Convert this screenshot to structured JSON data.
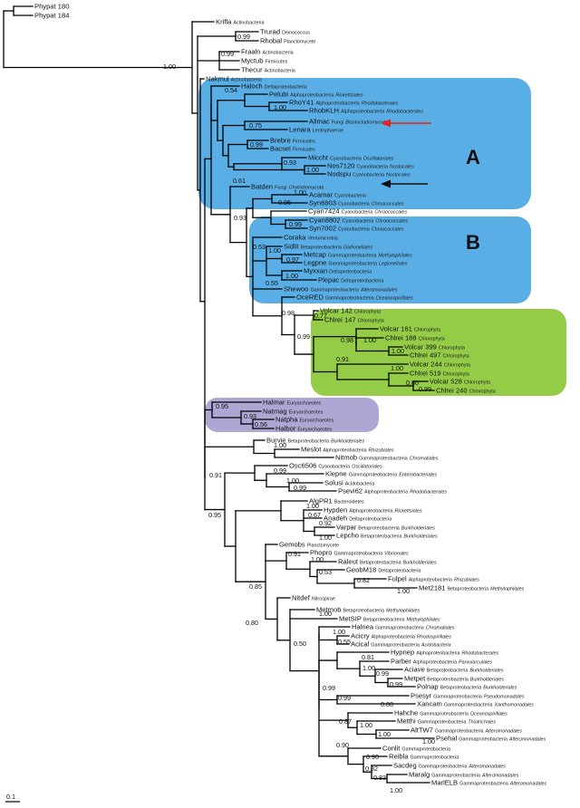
{
  "colors": {
    "clade_a_b": "#5aaee6",
    "chloro": "#94cc47",
    "archaea": "#ada7d3",
    "arrow_red": "#e0261b",
    "arrow_black": "#111111"
  },
  "clade_labels": {
    "a": "A",
    "b": "B"
  },
  "scale_bar": "0.1",
  "leaves": [
    {
      "id": "phypat180",
      "name": "Phypat 180",
      "taxon": "",
      "order": ""
    },
    {
      "id": "phypat184",
      "name": "Phypat 184",
      "taxon": "",
      "order": ""
    },
    {
      "id": "krifla",
      "name": "Krifla",
      "taxon": "Actinobacteria",
      "order": ""
    },
    {
      "id": "trurad",
      "name": "Trurad",
      "taxon": "Deinococcus",
      "order": ""
    },
    {
      "id": "rhobal",
      "name": "Rhobal",
      "taxon": "Planctomycete",
      "order": ""
    },
    {
      "id": "fraaln",
      "name": "Fraaln",
      "taxon": "Actinobacteria",
      "order": ""
    },
    {
      "id": "myctub",
      "name": "Myctub",
      "taxon": "Firmicutes",
      "order": ""
    },
    {
      "id": "thecur",
      "name": "Thecur",
      "taxon": "Actinobacteria",
      "order": ""
    },
    {
      "id": "nakmul",
      "name": "Nakmul",
      "taxon": "Actinobacteria",
      "order": ""
    },
    {
      "id": "haloch",
      "name": "Haloch",
      "taxon": "Deltaproteobacteria",
      "order": ""
    },
    {
      "id": "pelubi",
      "name": "Pelubi",
      "taxon": "Alphaproteobacteria",
      "order": "Rickettsiales"
    },
    {
      "id": "rhoy41",
      "name": "RhoY41",
      "taxon": "Alphaproteobacteria",
      "order": "Rhodobacterales"
    },
    {
      "id": "rhobklh",
      "name": "RhobKLH",
      "taxon": "Alphaproteobacteria",
      "order": "Rhodobacterales"
    },
    {
      "id": "allmac",
      "name": "Allmac",
      "taxon": "Fungi",
      "order": "Blastocladiomycota"
    },
    {
      "id": "lenara",
      "name": "Lenara",
      "taxon": "Lentisphaerae",
      "order": ""
    },
    {
      "id": "brebre",
      "name": "Brebre",
      "taxon": "Firmicutes",
      "order": ""
    },
    {
      "id": "bacsel",
      "name": "Bacsel",
      "taxon": "Firmicutes",
      "order": ""
    },
    {
      "id": "miccht",
      "name": "Miccht",
      "taxon": "Cyanobacteria",
      "order": "Oscillatoriales"
    },
    {
      "id": "nos7120",
      "name": "Nos7120",
      "taxon": "Cyanobacteria",
      "order": "Nostocales"
    },
    {
      "id": "nodspu",
      "name": "Nodspu",
      "taxon": "Cyanobacteria",
      "order": "Nostocales"
    },
    {
      "id": "batden",
      "name": "Batden",
      "taxon": "Fungi",
      "order": "Chytridiomycota"
    },
    {
      "id": "acamar",
      "name": "Acamar",
      "taxon": "Cyanobacteria",
      "order": ""
    },
    {
      "id": "syn6803",
      "name": "Syn6803",
      "taxon": "Cyanobacteria",
      "order": "Chroococcales"
    },
    {
      "id": "cyan7424",
      "name": "Cyan7424",
      "taxon": "Cyanobacteria",
      "order": "Chroococcales"
    },
    {
      "id": "cyan8802",
      "name": "Cyan8802",
      "taxon": "Cyanobacteria",
      "order": "Chroococcales"
    },
    {
      "id": "syn7002",
      "name": "Syn7002",
      "taxon": "Cyanobacteria",
      "order": "Chroococcales"
    },
    {
      "id": "coraka",
      "name": "Coraka",
      "taxon": "Verrumicrobia",
      "order": ""
    },
    {
      "id": "sidlit",
      "name": "Sidlit",
      "taxon": "Betaproteobacteria",
      "order": "Gallionellales"
    },
    {
      "id": "metcap",
      "name": "Metcap",
      "taxon": "Gammaproteobacteria",
      "order": "Methylophilales"
    },
    {
      "id": "legpne",
      "name": "Legpne",
      "taxon": "Gammaproteobacteria",
      "order": "Legionellales"
    },
    {
      "id": "myxxan",
      "name": "Myxxan",
      "taxon": "Deltaproteobacteria",
      "order": ""
    },
    {
      "id": "plepac",
      "name": "Plepac",
      "taxon": "Deltaproteobacteria",
      "order": ""
    },
    {
      "id": "shewoo",
      "name": "Shewoo",
      "taxon": "Gammaproteobacteria",
      "order": "Alteromonadales"
    },
    {
      "id": "ocered",
      "name": "OceRED",
      "taxon": "Gammaproteobacteria",
      "order": "Oceanospirillales"
    },
    {
      "id": "volcar142",
      "name": "Volcar 142",
      "taxon": "Chlorophyta",
      "order": ""
    },
    {
      "id": "chlrei147",
      "name": "Chlrei 147",
      "taxon": "Chlorophyta",
      "order": ""
    },
    {
      "id": "volcar161",
      "name": "Volcar 161",
      "taxon": "Chlorophyta",
      "order": ""
    },
    {
      "id": "chlrei188",
      "name": "Chlrei 188",
      "taxon": "Chlorophyta",
      "order": ""
    },
    {
      "id": "volcar399",
      "name": "Volcar 399",
      "taxon": "Chlorophyta",
      "order": ""
    },
    {
      "id": "chlrei497",
      "name": "Chlrei 497",
      "taxon": "Chlorophyta",
      "order": ""
    },
    {
      "id": "volcar244",
      "name": "Volcar 244",
      "taxon": "Chlorophyta",
      "order": ""
    },
    {
      "id": "chlrei519",
      "name": "Chlrei 519",
      "taxon": "Chlorophyta",
      "order": ""
    },
    {
      "id": "volcar528",
      "name": "Volcar 528",
      "taxon": "Chlorophyta",
      "order": ""
    },
    {
      "id": "chlrei240",
      "name": "Chlrei 240",
      "taxon": "Chlorophyta",
      "order": ""
    },
    {
      "id": "halmar",
      "name": "Halmar",
      "taxon": "Euryarchaeotes",
      "order": ""
    },
    {
      "id": "natmag",
      "name": "Natmag",
      "taxon": "Euryarchaeotes",
      "order": ""
    },
    {
      "id": "natpha",
      "name": "Natpha",
      "taxon": "Euryarchaeotes",
      "order": ""
    },
    {
      "id": "halbor",
      "name": "Halbor",
      "taxon": "Euryarchaeotes",
      "order": ""
    },
    {
      "id": "burvie",
      "name": "Burvie",
      "taxon": "Betaproteobacteria",
      "order": "Burkholderiales"
    },
    {
      "id": "meslot",
      "name": "Meslot",
      "taxon": "Alphaproteobacteria",
      "order": "Rhizobiales"
    },
    {
      "id": "nitmob",
      "name": "Nitmob",
      "taxon": "Gammaproteobacteria",
      "order": "Chromatiales"
    },
    {
      "id": "osc6506",
      "name": "Osc6506",
      "taxon": "Cyanobacteria",
      "order": "Oscillatoriales"
    },
    {
      "id": "klepne",
      "name": "Klepne",
      "taxon": "Gammaproteobacteria",
      "order": "Enterobacteriales"
    },
    {
      "id": "solusi",
      "name": "Solusi",
      "taxon": "Acidobacteria",
      "order": ""
    },
    {
      "id": "psevi62",
      "name": "Psevi62",
      "taxon": "Alphaproteobacteria",
      "order": "Rhodobacterales"
    },
    {
      "id": "algpr1",
      "name": "AlgPR1",
      "taxon": "Bacteroidetes",
      "order": ""
    },
    {
      "id": "hypden",
      "name": "Hypden",
      "taxon": "Alphaproteobacteria",
      "order": "Rickettsiales"
    },
    {
      "id": "anadeh",
      "name": "Anadeh",
      "taxon": "Deltaproteobacteria",
      "order": ""
    },
    {
      "id": "varpar",
      "name": "Varpar",
      "taxon": "Betaproteobacteria",
      "order": "Burkholderiales"
    },
    {
      "id": "lepcho",
      "name": "Lepcho",
      "taxon": "Betaproteobacteria",
      "order": "Burkholderiales"
    },
    {
      "id": "gemobs",
      "name": "Gemobs",
      "taxon": "Planctomycete",
      "order": ""
    },
    {
      "id": "phopro",
      "name": "Phopro",
      "taxon": "Gammaproteobacteria",
      "order": "Vibrionales"
    },
    {
      "id": "raleut",
      "name": "Raleut",
      "taxon": "Betaproteobacteria",
      "order": "Burkholderiales"
    },
    {
      "id": "geobm18",
      "name": "GeobM18",
      "taxon": "Deltaproteobacteria",
      "order": ""
    },
    {
      "id": "fulpel",
      "name": "Fulpel",
      "taxon": "Alphaproteobacteria",
      "order": "Rhizobiales"
    },
    {
      "id": "met2181",
      "name": "Met2181",
      "taxon": "Betaproteobacteria",
      "order": "Methylophilales"
    },
    {
      "id": "nitdef",
      "name": "Nitdef",
      "taxon": "Nitrospirae",
      "order": ""
    },
    {
      "id": "metmob",
      "name": "Metmob",
      "taxon": "Betaproteobacteria",
      "order": "Methylophilales"
    },
    {
      "id": "metsip",
      "name": "MetSIP",
      "taxon": "Betaproteobacteria",
      "order": "Methylophilales"
    },
    {
      "id": "halnea",
      "name": "Halnea",
      "taxon": "Gammaproteobacteria",
      "order": "Chromatiales"
    },
    {
      "id": "acicry",
      "name": "Acicry",
      "taxon": "Alphaproteobacteria",
      "order": "Rhodospirillales"
    },
    {
      "id": "acical",
      "name": "Acical",
      "taxon": "Gammaproteobacteria",
      "order": "Acidobacteria"
    },
    {
      "id": "hypnep",
      "name": "Hypnep",
      "taxon": "Alphaproteobacteria",
      "order": "Rhodobacterales"
    },
    {
      "id": "parber",
      "name": "Parber",
      "taxon": "Alphaproteobacteria",
      "order": "Parvularculales"
    },
    {
      "id": "aciave",
      "name": "Aciave",
      "taxon": "Betaproteobacteria",
      "order": "Burkholderiales"
    },
    {
      "id": "metpet",
      "name": "Metpet",
      "taxon": "Betaproteobacteria",
      "order": "Burkholderiales"
    },
    {
      "id": "polnap",
      "name": "Polnap",
      "taxon": "Betaproteobacteria",
      "order": "Burkholderiales"
    },
    {
      "id": "psesyr",
      "name": "Psesyr",
      "taxon": "Gammaproteobacteria",
      "order": "Pseudomonadales"
    },
    {
      "id": "xancam",
      "name": "Xancam",
      "taxon": "Gammaproteobacteria",
      "order": "Xanthomonadales"
    },
    {
      "id": "hahche",
      "name": "Hahche",
      "taxon": "Gammaproteobacteria",
      "order": "Oceanospirillales"
    },
    {
      "id": "metthi",
      "name": "Metthi",
      "taxon": "Gammaproteobacteria",
      "order": "Thiotrichales"
    },
    {
      "id": "alltw7",
      "name": "AltTW7",
      "taxon": "Gammaproteobacteria",
      "order": "Alteromonadales"
    },
    {
      "id": "psehal",
      "name": "Psehal",
      "taxon": "Gammaproteobacteria",
      "order": "Alteromonadales"
    },
    {
      "id": "conlit",
      "name": "Conlit",
      "taxon": "Gammaproteobacteria",
      "order": ""
    },
    {
      "id": "reibla",
      "name": "Reibla",
      "taxon": "Gammaproteobacteria",
      "order": ""
    },
    {
      "id": "sacdeg",
      "name": "Sacdeg",
      "taxon": "Gammaproteobacteria",
      "order": "Alteromonadales"
    },
    {
      "id": "maralg",
      "name": "Maralg",
      "taxon": "Gammaproteobacteria",
      "order": "Alteromonadales"
    },
    {
      "id": "marielb",
      "name": "MarlELB",
      "taxon": "Gammaproteobacteria",
      "order": "Alteromonadales"
    }
  ],
  "supports": [
    {
      "id": "s_root",
      "value": "1.00"
    },
    {
      "id": "s_trurad",
      "value": "0.99"
    },
    {
      "id": "s_myctub",
      "value": "0.99"
    },
    {
      "id": "s_pelubi",
      "value": "0.54"
    },
    {
      "id": "s_rhobklh",
      "value": "1.00"
    },
    {
      "id": "s_allmac",
      "value": "0.75"
    },
    {
      "id": "s_brebre",
      "value": "0.99"
    },
    {
      "id": "s_miccht",
      "value": "0.93"
    },
    {
      "id": "s_nos",
      "value": "1.00"
    },
    {
      "id": "s_batden",
      "value": "0.61"
    },
    {
      "id": "s_b",
      "value": "0.93"
    },
    {
      "id": "s_acamar",
      "value": "1.00"
    },
    {
      "id": "s_syn6803",
      "value": "0.95"
    },
    {
      "id": "s_cyan8802",
      "value": "0.99"
    },
    {
      "id": "s_cyano",
      "value": "0.53"
    },
    {
      "id": "s_sidlit",
      "value": "1.00"
    },
    {
      "id": "s_metcap",
      "value": "0.97"
    },
    {
      "id": "s_myxxan",
      "value": "1.00"
    },
    {
      "id": "s_shewoo",
      "value": "0.55"
    },
    {
      "id": "s_chloro",
      "value": "0.98"
    },
    {
      "id": "s_volcar142",
      "value": "0.77"
    },
    {
      "id": "s_chl_inner",
      "value": "0.99"
    },
    {
      "id": "s_volcar161",
      "value": "0.98"
    },
    {
      "id": "s_chlrei188",
      "value": "1.00"
    },
    {
      "id": "s_chlrei497",
      "value": "1.00"
    },
    {
      "id": "s_chl_low",
      "value": "0.91"
    },
    {
      "id": "s_volcar244",
      "value": "1.00"
    },
    {
      "id": "s_volcar528",
      "value": "0.60"
    },
    {
      "id": "s_chlrei240",
      "value": "0.99"
    },
    {
      "id": "s_halmar",
      "value": "0.95"
    },
    {
      "id": "s_natmag",
      "value": "0.93"
    },
    {
      "id": "s_halbor",
      "value": "0.56"
    },
    {
      "id": "s_meslot",
      "value": "1.00"
    },
    {
      "id": "s_lower1",
      "value": "0.91"
    },
    {
      "id": "s_klepne",
      "value": "0.99"
    },
    {
      "id": "s_solusi",
      "value": "1.00"
    },
    {
      "id": "s_psevi62",
      "value": "0.99"
    },
    {
      "id": "s_lower2",
      "value": "0.95"
    },
    {
      "id": "s_hypden",
      "value": "1.00"
    },
    {
      "id": "s_anadeh",
      "value": "0.67"
    },
    {
      "id": "s_varpar",
      "value": "0.92"
    },
    {
      "id": "s_lepcho",
      "value": "1.00"
    },
    {
      "id": "s_phopro",
      "value": "0.91"
    },
    {
      "id": "s_raleut",
      "value": "1.00"
    },
    {
      "id": "s_geobm18",
      "value": "0.53"
    },
    {
      "id": "s_fulpel",
      "value": "0.82"
    },
    {
      "id": "s_met2181",
      "value": "1.00"
    },
    {
      "id": "s_gemobs",
      "value": "0.85"
    },
    {
      "id": "s_metsip",
      "value": "1.00"
    },
    {
      "id": "s_nitdef",
      "value": "0.80"
    },
    {
      "id": "s_halnea",
      "value": "1.00"
    },
    {
      "id": "s_acical",
      "value": "0.55"
    },
    {
      "id": "s_metmob",
      "value": "0.50"
    },
    {
      "id": "s_hypnep",
      "value": "0.81"
    },
    {
      "id": "s_parber",
      "value": "1.00"
    },
    {
      "id": "s_aciave",
      "value": "0.99"
    },
    {
      "id": "s_polnap",
      "value": "0.99"
    },
    {
      "id": "s_gamma",
      "value": "0.99"
    },
    {
      "id": "s_psesyr",
      "value": "0.99"
    },
    {
      "id": "s_xancam",
      "value": "0.80"
    },
    {
      "id": "s_hahche",
      "value": "0.87"
    },
    {
      "id": "s_metthi",
      "value": "1.00"
    },
    {
      "id": "s_alltw7",
      "value": "1.00"
    },
    {
      "id": "s_psehal",
      "value": "1.00"
    },
    {
      "id": "s_conlit",
      "value": "0.90"
    },
    {
      "id": "s_reibla",
      "value": "0.90"
    },
    {
      "id": "s_sacdeg",
      "value": "0.82"
    },
    {
      "id": "s_maralg",
      "value": "0.83"
    },
    {
      "id": "s_marielb",
      "value": "1.00"
    }
  ]
}
